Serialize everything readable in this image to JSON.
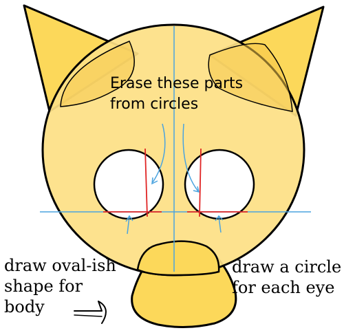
{
  "annotations": {
    "erase_line1": "Erase these parts",
    "erase_line2": "from circles",
    "body_line1": "draw oval-ish",
    "body_line2": "shape for",
    "body_line3": "body",
    "eye_line1": "draw a circle",
    "eye_line2": "for each eye"
  },
  "colors": {
    "fill_light": "#fde085",
    "fill_mid": "#f5c84a",
    "outline": "#000000",
    "guide_blue": "#4aa3df",
    "guide_red": "#e02424",
    "eye_white": "#ffffff"
  }
}
